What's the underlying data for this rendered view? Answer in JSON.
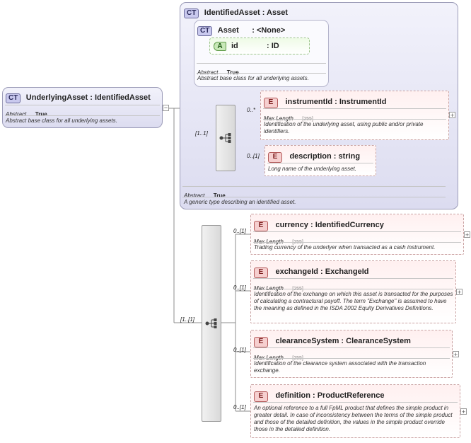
{
  "root": {
    "badge": "CT",
    "title": "UnderlyingAsset : IdentifiedAsset",
    "abstract_label": "Abstract",
    "abstract_value": "True",
    "description": "Abstract base class for all underlying assets."
  },
  "identified_asset": {
    "badge": "CT",
    "title": "IdentifiedAsset : Asset",
    "abstract_label": "Abstract",
    "abstract_value": "True",
    "description": "A generic type describing an identified asset.",
    "asset": {
      "badge": "CT",
      "title": "Asset",
      "type": ": <None>",
      "attr_badge": "A",
      "attr_name": "id",
      "attr_type": ": ID",
      "abstract_label": "Abstract",
      "abstract_value": "True",
      "description": "Abstract base class for all underlying assets."
    },
    "sequence_cardinality": "[1..1]",
    "elements": [
      {
        "badge": "E",
        "title": "instrumentId : InstrumentId",
        "cardinality": "0..*",
        "prop_label": "Max Length",
        "prop_value": "[255]",
        "description": "Identification of the underlying asset, using public and/or private identifiers."
      },
      {
        "badge": "E",
        "title": "description : string",
        "cardinality": "0..[1]",
        "description": "Long name of the underlying asset."
      }
    ]
  },
  "main_sequence": {
    "cardinality": "[1..[1]",
    "elements": [
      {
        "badge": "E",
        "title": "currency : IdentifiedCurrency",
        "cardinality": "0..[1]",
        "prop_label": "Max Length",
        "prop_value": "[255]",
        "description": "Trading currency of the underlyer when transacted as a cash instrument."
      },
      {
        "badge": "E",
        "title": "exchangeId : ExchangeId",
        "cardinality": "0..[1]",
        "prop_label": "Max Length",
        "prop_value": "[255]",
        "description": "Identification of the exchange on which this asset is transacted for the purposes of calculating a contractural payoff. The term \"Exchange\" is assumed to have the meaning as defined in the ISDA 2002 Equity Derivatives Definitions."
      },
      {
        "badge": "E",
        "title": "clearanceSystem : ClearanceSystem",
        "cardinality": "0..[1]",
        "prop_label": "Max Length",
        "prop_value": "[255]",
        "description": "Identification of the clearance system associated with the transaction exchange."
      },
      {
        "badge": "E",
        "title": "definition : ProductReference",
        "cardinality": "0..[1]",
        "description": "An optional reference to a full FpML product that defines the simple product in greater detail. In case of inconsistency between the terms of the simple product and those of the detailed definition, the values in the simple product override those in the detailed definition."
      }
    ]
  },
  "colors": {
    "complex_type_fill": "#dcdcf0",
    "element_fill": "#fde7e7",
    "attribute_fill": "#c8e8b8"
  },
  "icons": [
    "sequence-icon",
    "expand-plus-icon",
    "collapse-minus-icon"
  ]
}
